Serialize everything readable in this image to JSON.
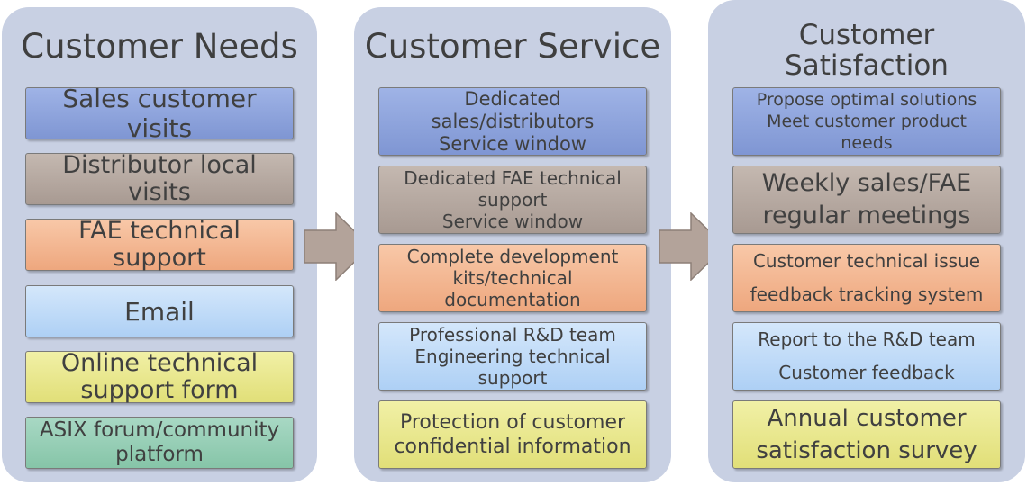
{
  "columns": [
    {
      "title": "Customer Needs",
      "items": [
        {
          "label": "Sales customer visits",
          "color": "#8aa0dc"
        },
        {
          "label": "Distributor local\nvisits",
          "color": "#b0a49c"
        },
        {
          "label": "FAE technical\nsupport",
          "color": "#f2b48e"
        },
        {
          "label": "Email",
          "color": "#bcdaf8"
        },
        {
          "label": "Online technical\nsupport form",
          "color": "#e8e68c"
        },
        {
          "label": "ASIX forum/community\nplatform",
          "color": "#93ccb2"
        }
      ]
    },
    {
      "title": "Customer Service",
      "items": [
        {
          "label": "Dedicated\nsales/distributors\nService window",
          "color": "#8aa0dc"
        },
        {
          "label": "Dedicated FAE technical\nsupport\nService window",
          "color": "#b0a49c"
        },
        {
          "label": "Complete development\nkits/technical\ndocumentation",
          "color": "#f2b48e"
        },
        {
          "label": "Professional R&D team\nEngineering technical\nsupport",
          "color": "#bcdaf8"
        },
        {
          "label": "Protection of customer\nconfidential information",
          "color": "#e8e68c"
        }
      ]
    },
    {
      "title": "Customer\nSatisfaction",
      "items": [
        {
          "label": "Propose optimal solutions\nMeet customer product\nneeds",
          "color": "#8aa0dc"
        },
        {
          "label": "Weekly sales/FAE\nregular meetings",
          "color": "#b0a49c"
        },
        {
          "label": "Customer technical issue\nfeedback tracking system",
          "color": "#f2b48e"
        },
        {
          "label": "Report to the R&D team\nCustomer feedback",
          "color": "#bcdaf8"
        },
        {
          "label": "Annual customer\nsatisfaction survey",
          "color": "#e8e68c"
        }
      ]
    }
  ],
  "colors": {
    "panel": "#c8d0e3",
    "arrow": "#b3a39a",
    "text": "#404040"
  }
}
